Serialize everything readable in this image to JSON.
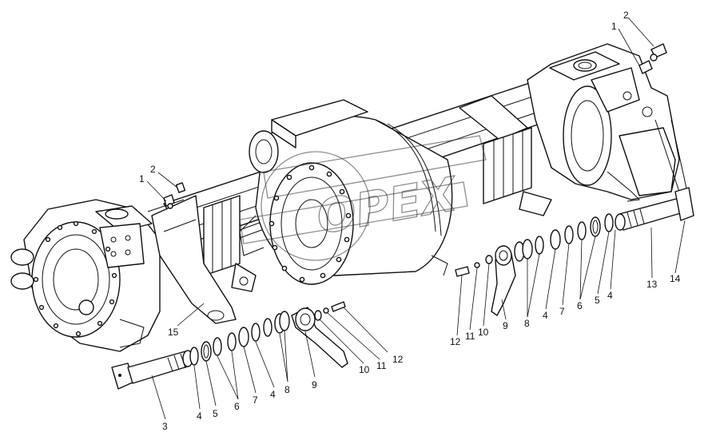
{
  "watermark": {
    "text": "OPEX"
  },
  "callouts": [
    {
      "id": "c-2-top",
      "label": "2"
    },
    {
      "id": "c-1-top",
      "label": "1"
    },
    {
      "id": "c-2-left",
      "label": "2"
    },
    {
      "id": "c-1-left",
      "label": "1"
    },
    {
      "id": "c-15",
      "label": "15"
    },
    {
      "id": "c-3",
      "label": "3"
    },
    {
      "id": "c-4a",
      "label": "4"
    },
    {
      "id": "c-5a",
      "label": "5"
    },
    {
      "id": "c-6a",
      "label": "6"
    },
    {
      "id": "c-7a",
      "label": "7"
    },
    {
      "id": "c-4b",
      "label": "4"
    },
    {
      "id": "c-8a",
      "label": "8"
    },
    {
      "id": "c-9a",
      "label": "9"
    },
    {
      "id": "c-10a",
      "label": "10"
    },
    {
      "id": "c-11a",
      "label": "11"
    },
    {
      "id": "c-12a",
      "label": "12"
    },
    {
      "id": "c-12b",
      "label": "12"
    },
    {
      "id": "c-11b",
      "label": "11"
    },
    {
      "id": "c-10b",
      "label": "10"
    },
    {
      "id": "c-9b",
      "label": "9"
    },
    {
      "id": "c-8b",
      "label": "8"
    },
    {
      "id": "c-4c",
      "label": "4"
    },
    {
      "id": "c-7b",
      "label": "7"
    },
    {
      "id": "c-6b",
      "label": "6"
    },
    {
      "id": "c-5b",
      "label": "5"
    },
    {
      "id": "c-4d",
      "label": "4"
    },
    {
      "id": "c-13",
      "label": "13"
    },
    {
      "id": "c-14",
      "label": "14"
    }
  ]
}
